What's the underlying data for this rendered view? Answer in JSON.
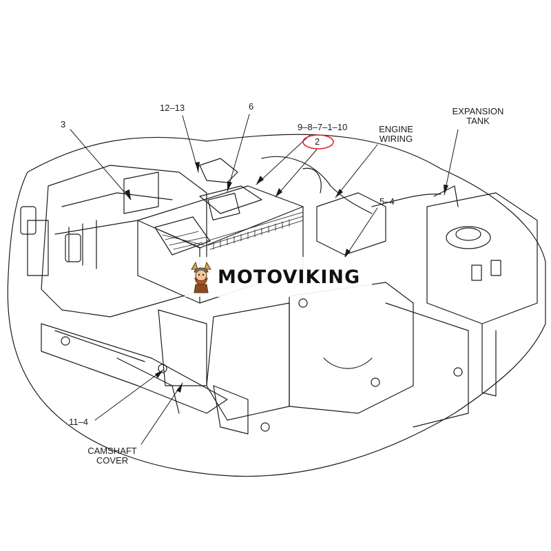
{
  "labels": {
    "l3": "3",
    "l1213": "12–13",
    "l6": "6",
    "l98": "9–8–7–1–10",
    "l2": "2",
    "engine_wiring_1": "ENGINE",
    "engine_wiring_2": "WIRING",
    "expansion_1": "EXPANSION",
    "expansion_2": "TANK",
    "l54": "5–4",
    "l114": "11–4",
    "camshaft_1": "CAMSHAFT",
    "camshaft_2": "COVER"
  },
  "watermark": {
    "text": "MOTOVIKING",
    "icon": "viking-mascot-icon"
  },
  "colors": {
    "line": "#1a1a1a",
    "highlight_circle": "#e02020",
    "background": "#ffffff"
  }
}
